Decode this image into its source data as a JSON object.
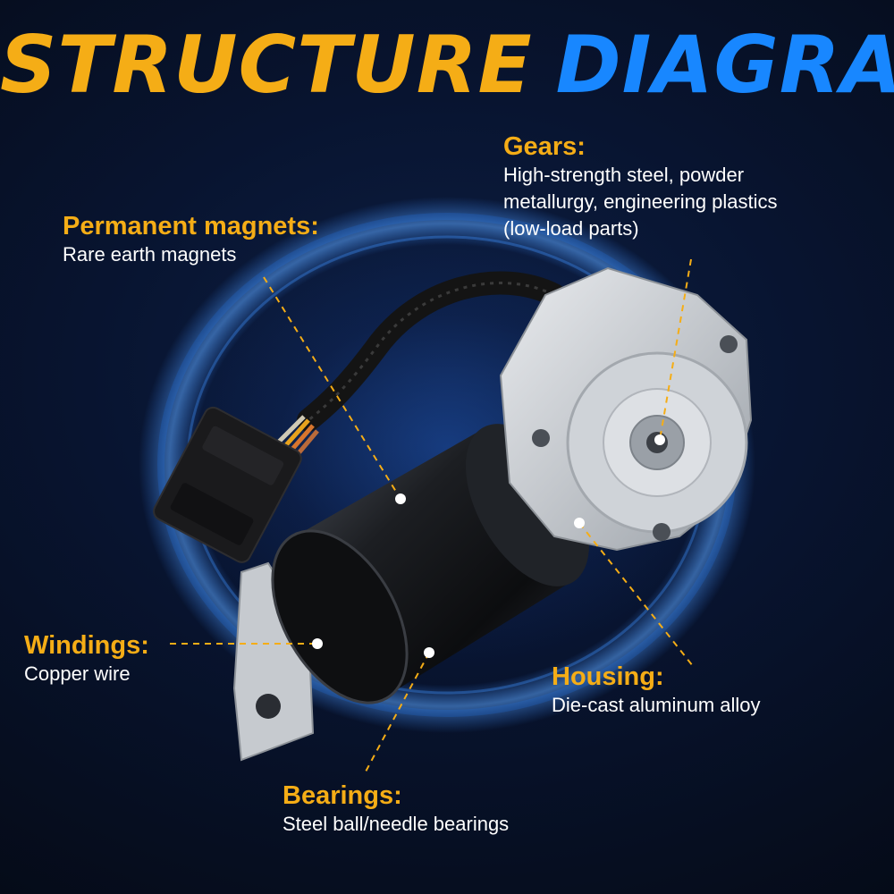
{
  "title": {
    "word1": "STRUCTURE",
    "word2": "DIAGRAM"
  },
  "colors": {
    "accent_orange": "#f5ad16",
    "accent_blue": "#1887ff",
    "background": "#081430"
  },
  "callouts": {
    "gears": {
      "name": "Gears:",
      "desc": "High-strength steel, powder metallurgy, engineering plastics (low-load parts)"
    },
    "permanent_magnets": {
      "name": "Permanent magnets:",
      "desc": "Rare earth magnets"
    },
    "windings": {
      "name": "Windings:",
      "desc": "Copper wire"
    },
    "housing": {
      "name": "Housing:",
      "desc": "Die-cast aluminum alloy"
    },
    "bearings": {
      "name": "Bearings:",
      "desc": "Steel ball/needle bearings"
    }
  }
}
